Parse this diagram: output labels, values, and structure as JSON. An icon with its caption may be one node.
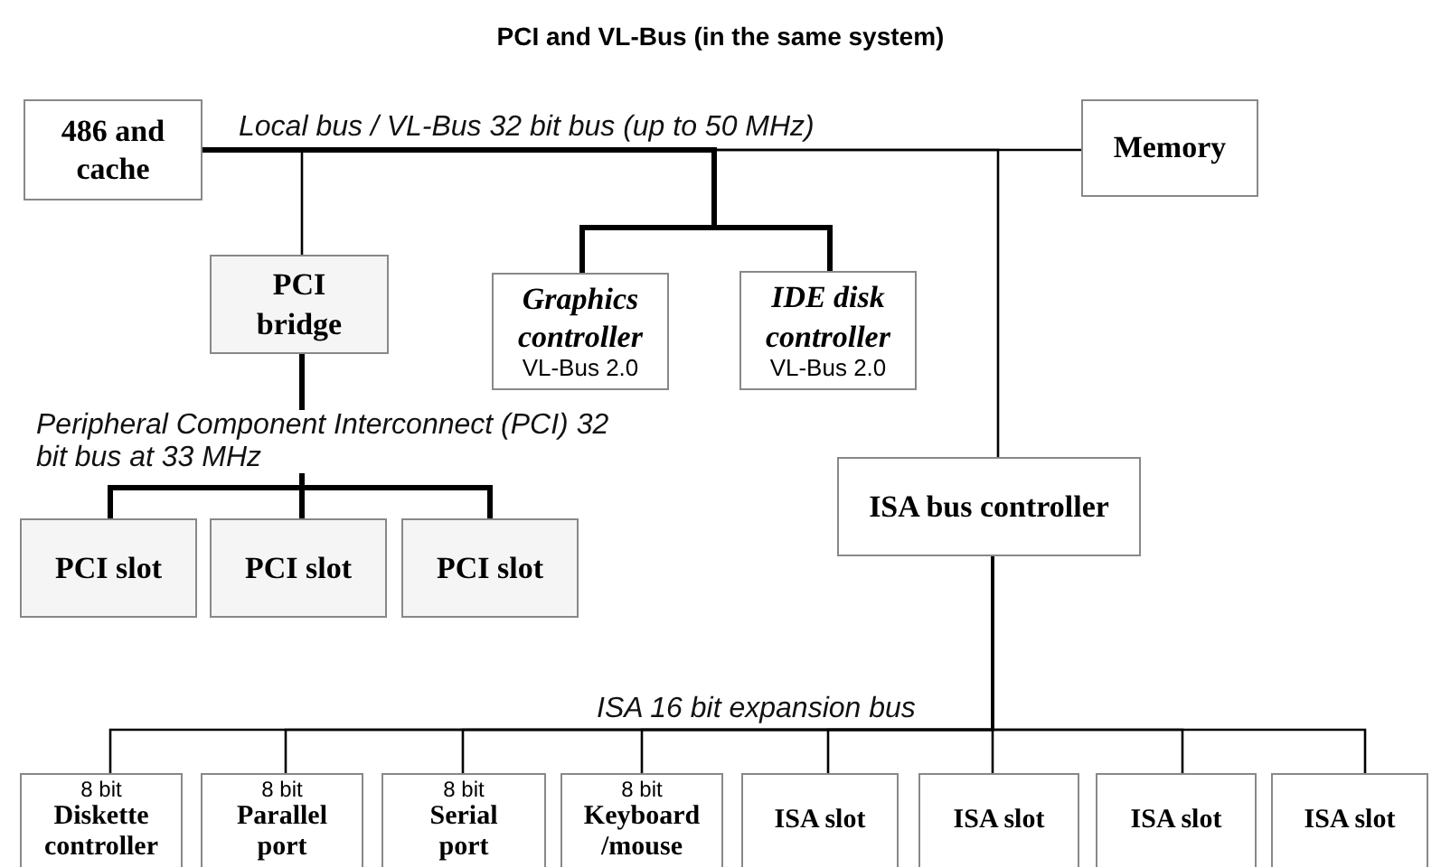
{
  "diagram": {
    "title": "PCI and VL-Bus (in the same system)",
    "nodes": [
      {
        "text": [
          "486 and cache"
        ]
      },
      {
        "text": [
          "Memory"
        ]
      },
      {
        "text": [
          "PCI bridge"
        ]
      },
      {
        "text": [
          "Graphics controller",
          "VL-Bus 2.0"
        ]
      },
      {
        "text": [
          "IDE disk controller",
          "VL-Bus 2.0"
        ]
      },
      {
        "text": [
          "ISA bus controller"
        ]
      },
      {
        "text": [
          "PCI slot"
        ]
      },
      {
        "text": [
          "PCI slot"
        ]
      },
      {
        "text": [
          "PCI slot"
        ]
      },
      {
        "text": [
          "8 bit",
          "Diskette controller"
        ]
      },
      {
        "text": [
          "8 bit",
          "Parallel port"
        ]
      },
      {
        "text": [
          "8 bit",
          "Serial port"
        ]
      },
      {
        "text": [
          "8 bit",
          "Keyboard /mouse"
        ]
      },
      {
        "text": [
          "ISA slot"
        ]
      },
      {
        "text": [
          "ISA slot"
        ]
      },
      {
        "text": [
          "ISA slot"
        ]
      },
      {
        "text": [
          "ISA slot"
        ]
      }
    ],
    "edges": [
      {
        "from": 0,
        "to": 1,
        "arrow": "none",
        "label": "Local bus / VL-Bus 32 bit bus (up to 50 MHz)"
      },
      {
        "from": 0,
        "to": 2,
        "arrow": "none"
      },
      {
        "from": 0,
        "to": 3,
        "arrow": "none",
        "style": "thick"
      },
      {
        "from": 0,
        "to": 4,
        "arrow": "none",
        "style": "thick"
      },
      {
        "from": 0,
        "to": 5,
        "arrow": "none"
      },
      {
        "from": 2,
        "to": 6,
        "arrow": "none",
        "style": "thick"
      },
      {
        "from": 2,
        "to": 7,
        "arrow": "none",
        "style": "thick"
      },
      {
        "from": 2,
        "to": 8,
        "arrow": "none",
        "style": "thick"
      },
      {
        "from": 5,
        "to": 9,
        "arrow": "none"
      },
      {
        "from": 5,
        "to": 10,
        "arrow": "none"
      },
      {
        "from": 5,
        "to": 11,
        "arrow": "none"
      },
      {
        "from": 5,
        "to": 12,
        "arrow": "none"
      },
      {
        "from": 5,
        "to": 13,
        "arrow": "none"
      },
      {
        "from": 5,
        "to": 14,
        "arrow": "none"
      },
      {
        "from": 5,
        "to": 15,
        "arrow": "none"
      },
      {
        "from": 5,
        "to": 16,
        "arrow": "none"
      }
    ],
    "labels": [
      "Peripheral Component Interconnect (PCI) 32 bit bus at 33 MHz",
      "ISA 16 bit expansion bus"
    ]
  }
}
